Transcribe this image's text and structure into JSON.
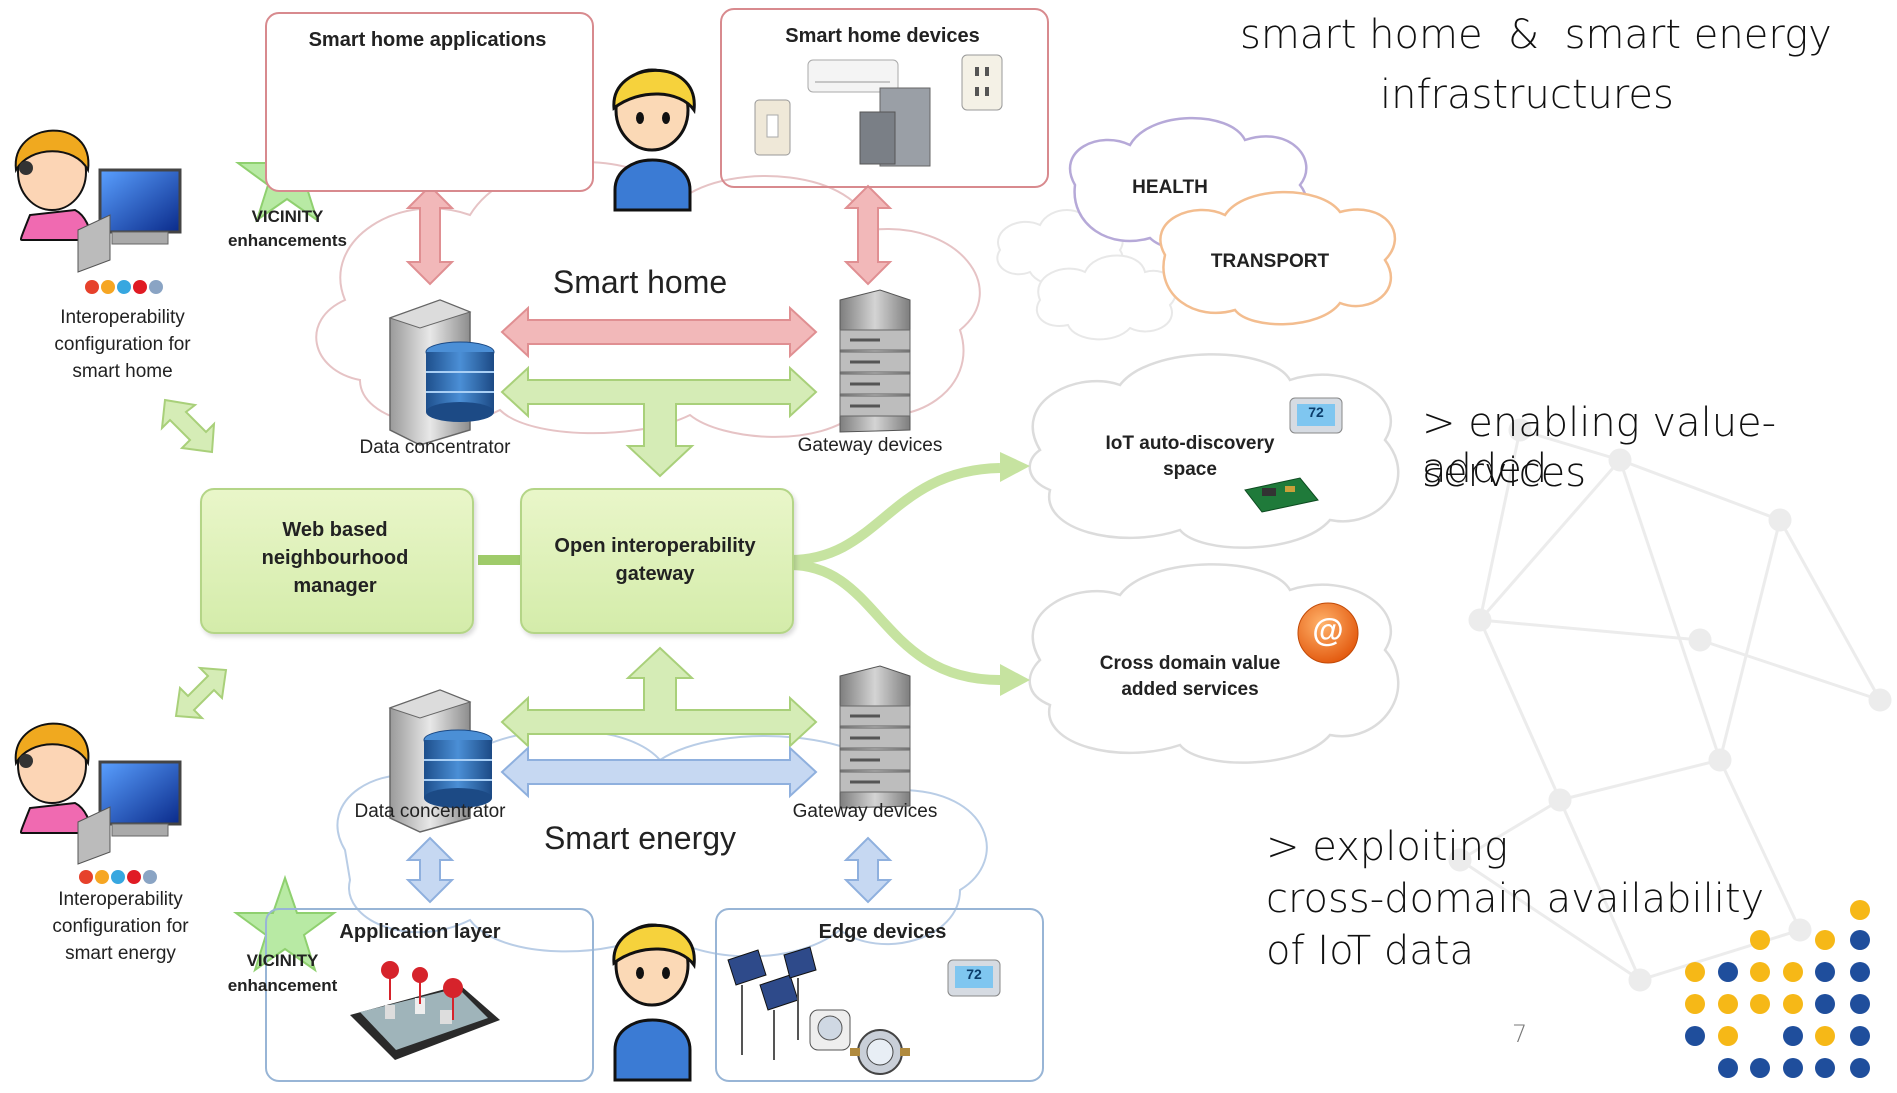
{
  "titles": {
    "main_line1": "smart home  &  smart energy",
    "main_line2": "infrastructures",
    "value_added_line1": "> enabling value-added",
    "value_added_line2": "services",
    "exploiting_line1": "> exploiting",
    "exploiting_line2": "cross-domain availability",
    "exploiting_line3": "of IoT data"
  },
  "page_number": "7",
  "top": {
    "smart_home_applications": "Smart home applications",
    "smart_home_devices": "Smart home devices",
    "vicinity_line1": "VICINITY",
    "vicinity_line2": "enhancements",
    "smart_home_label": "Smart home",
    "data_concentrator": "Data concentrator",
    "gateway_devices": "Gateway devices",
    "interop_line1": "Interoperability",
    "interop_line2": "configuration for",
    "interop_line3": "smart home"
  },
  "middle": {
    "web_manager_line1": "Web based",
    "web_manager_line2": "neighbourhood",
    "web_manager_line3": "manager",
    "gateway_line1": "Open interoperability",
    "gateway_line2": "gateway"
  },
  "clouds": {
    "health": "HEALTH",
    "transport": "TRANSPORT",
    "iot_line1": "IoT auto-discovery",
    "iot_line2": "space",
    "cross_line1": "Cross domain value",
    "cross_line2": "added services",
    "at_symbol": "@",
    "thermostat_reading": "72"
  },
  "bottom": {
    "data_concentrator": "Data concentrator",
    "gateway_devices": "Gateway devices",
    "smart_energy_label": "Smart energy",
    "application_layer": "Application layer",
    "edge_devices": "Edge devices",
    "vicinity_line1": "VICINITY",
    "vicinity_line2": "enhancement",
    "interop_line1": "Interoperability",
    "interop_line2": "configuration for",
    "interop_line3": "smart energy",
    "thermostat_reading": "72"
  },
  "colors": {
    "green_arrow": "#c6e3a0",
    "pink_arrow": "#f2b8b9",
    "blue_arrow": "#b7cdee",
    "logo_yellow": "#f6b817",
    "logo_blue": "#1f4e9c",
    "star": "#b8eaa4"
  }
}
